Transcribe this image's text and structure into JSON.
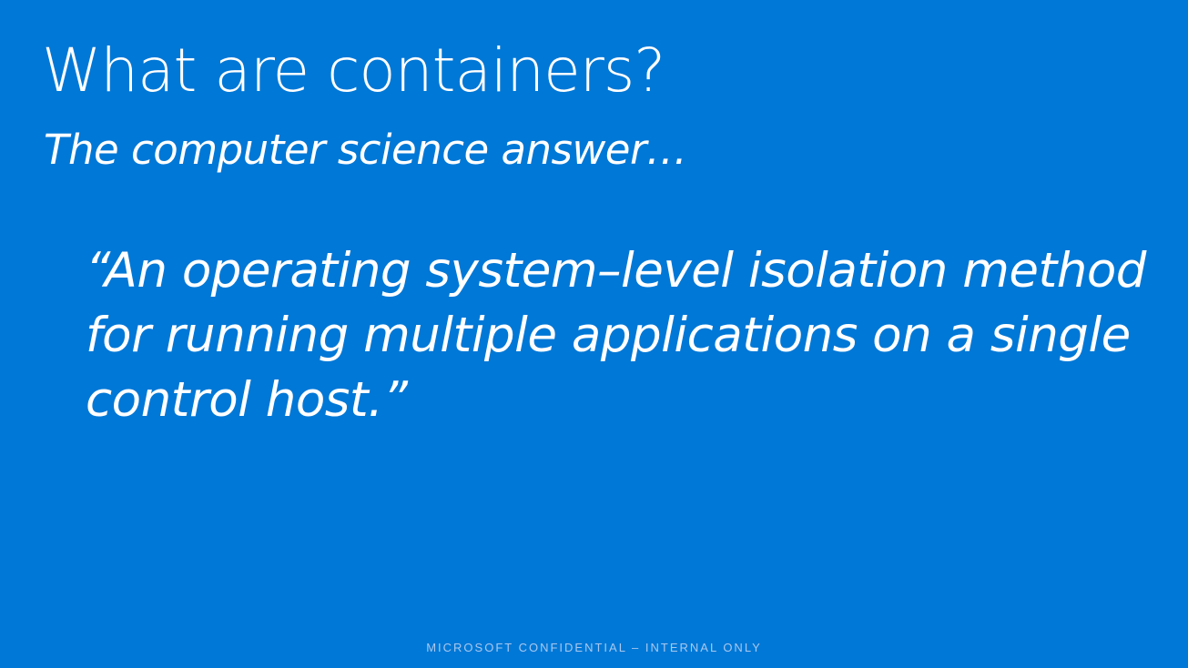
{
  "slide": {
    "title": "What are containers?",
    "subtitle": "The computer science answer…",
    "quote_lines": [
      "“An operating system–level isolation method",
      "for running multiple applications on a single",
      "control host.”"
    ],
    "footer": "MICROSOFT CONFIDENTIAL – INTERNAL ONLY"
  },
  "colors": {
    "background": "#0078d7",
    "text": "#ffffff",
    "footer_text": "#a9c8ee"
  }
}
